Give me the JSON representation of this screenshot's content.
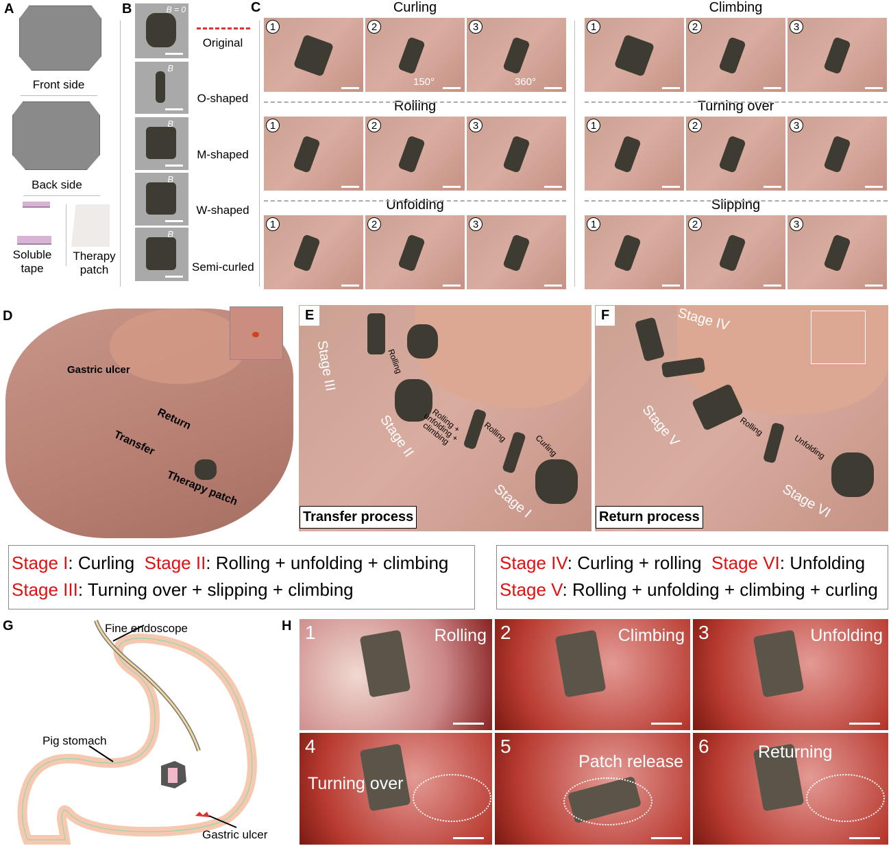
{
  "panels": {
    "A": "A",
    "B": "B",
    "C": "C",
    "D": "D",
    "E": "E",
    "F": "F",
    "G": "G",
    "H": "H"
  },
  "a": {
    "front": "Front side",
    "back": "Back side",
    "tape": "Soluble\ntape",
    "patch": "Therapy\npatch"
  },
  "b": {
    "field_label": "B = 0",
    "field_symbol": "B",
    "shapes": [
      "Original",
      "O-shaped",
      "M-shaped",
      "W-shaped",
      "Semi-curled"
    ]
  },
  "c": {
    "groups": [
      {
        "title": "Curling",
        "frames": [
          "1",
          "2",
          "3"
        ],
        "notes": [
          "",
          "150°",
          "360°"
        ]
      },
      {
        "title": "Climbing",
        "frames": [
          "1",
          "2",
          "3"
        ],
        "notes": [
          "",
          "",
          ""
        ]
      },
      {
        "title": "Rolling",
        "frames": [
          "1",
          "2",
          "3"
        ],
        "notes": [
          "",
          "",
          ""
        ]
      },
      {
        "title": "Turning over",
        "frames": [
          "1",
          "2",
          "3"
        ],
        "notes": [
          "",
          "",
          ""
        ]
      },
      {
        "title": "Unfolding",
        "frames": [
          "1",
          "2",
          "3"
        ],
        "notes": [
          "",
          "",
          ""
        ]
      },
      {
        "title": "Slipping",
        "frames": [
          "1",
          "2",
          "3"
        ],
        "notes": [
          "",
          "",
          ""
        ]
      }
    ]
  },
  "d": {
    "ulcer": "Gastric ulcer",
    "return": "Return",
    "transfer": "Transfer",
    "patch": "Therapy patch"
  },
  "e": {
    "stages": [
      "Stage I",
      "Stage II",
      "Stage III"
    ],
    "arrows": [
      "Curling",
      "Rolling",
      "Rolling +\nunfolding +\nclimbing",
      "Rolling"
    ],
    "box": "Transfer process"
  },
  "f": {
    "stages": [
      "Stage IV",
      "Stage V",
      "Stage VI"
    ],
    "arrows": [
      "Rolling",
      "Unfolding"
    ],
    "box": "Return process"
  },
  "summary_left": [
    [
      {
        "s": "Stage I",
        "t": ": Curling  "
      },
      {
        "s": "Stage II",
        "t": ": Rolling + unfolding + climbing"
      }
    ],
    [
      {
        "s": "Stage III",
        "t": ": Turning over + slipping + climbing"
      }
    ]
  ],
  "summary_right": [
    [
      {
        "s": "Stage IV",
        "t": ": Curling + rolling  "
      },
      {
        "s": "Stage VI",
        "t": ": Unfolding"
      }
    ],
    [
      {
        "s": "Stage V",
        "t": ": Rolling + unfolding + climbing + curling"
      }
    ]
  ],
  "g": {
    "endoscope": "Fine endoscope",
    "stomach": "Pig stomach",
    "ulcer": "Gastric ulcer"
  },
  "h": {
    "frames": [
      {
        "n": "1",
        "label": "Rolling"
      },
      {
        "n": "2",
        "label": "Climbing"
      },
      {
        "n": "3",
        "label": "Unfolding"
      },
      {
        "n": "4",
        "label": "Turning over"
      },
      {
        "n": "5",
        "label": "Patch release"
      },
      {
        "n": "6",
        "label": "Returning"
      }
    ]
  }
}
